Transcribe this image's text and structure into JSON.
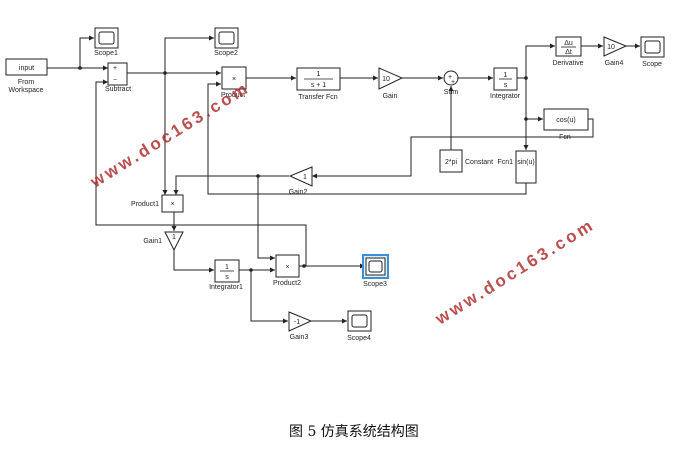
{
  "blocks": {
    "input": {
      "inner": "input",
      "label1": "From",
      "label2": "Workspace"
    },
    "scope1": {
      "label": "Scope1"
    },
    "scope2": {
      "label": "Scope2"
    },
    "subtract": {
      "label": "Subtract"
    },
    "product": {
      "inner": "×",
      "label": "Product"
    },
    "transfer": {
      "num": "1",
      "den": "s + 1",
      "label": "Transfer Fcn"
    },
    "gain": {
      "inner": "10",
      "label": "Gain"
    },
    "sum": {
      "label": "Sum"
    },
    "integrator": {
      "num": "1",
      "den": "s",
      "label": "Integrator"
    },
    "derivative": {
      "num": "Δu",
      "den": "Δt",
      "label": "Derivative"
    },
    "gain4": {
      "inner": "10",
      "label": "Gain4"
    },
    "scope": {
      "label": "Scope"
    },
    "fcn": {
      "inner": "cos(u)",
      "label": "Fcn"
    },
    "constant": {
      "inner": "2*pi",
      "label": "Constant"
    },
    "fcn1": {
      "inner": "sin(u)",
      "label": "Fcn1"
    },
    "gain2": {
      "inner": "1",
      "label": "Gain2"
    },
    "product1": {
      "inner": "×",
      "label": "Product1"
    },
    "gain1": {
      "inner": "1",
      "label": "Gain1"
    },
    "integrator1": {
      "num": "1",
      "den": "s",
      "label": "Integrator1"
    },
    "product2": {
      "inner": "×",
      "label": "Product2"
    },
    "scope3": {
      "label": "Scope3"
    },
    "gain3": {
      "inner": "-1",
      "label": "Gain3"
    },
    "scope4": {
      "label": "Scope4"
    }
  },
  "watermark": "www.doc163.com",
  "caption": "图 5  仿真系统结构图"
}
